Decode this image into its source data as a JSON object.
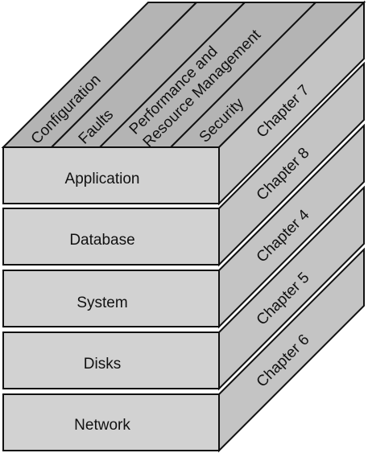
{
  "diagram": {
    "colors": {
      "front": "#d2d2d2",
      "top": "#b4b4b4",
      "side": "#c4c4c4",
      "stroke": "#111111"
    },
    "layers": [
      {
        "label": "Application",
        "chapter": "Chapter 7"
      },
      {
        "label": "Database",
        "chapter": "Chapter 8"
      },
      {
        "label": "System",
        "chapter": "Chapter 4"
      },
      {
        "label": "Disks",
        "chapter": "Chapter 5"
      },
      {
        "label": "Network",
        "chapter": "Chapter 6"
      }
    ],
    "top_columns": [
      {
        "label": "Configuration"
      },
      {
        "label": "Faults"
      },
      {
        "label_line1": "Performance and",
        "label_line2": "Resource Management"
      },
      {
        "label": "Security"
      }
    ]
  }
}
